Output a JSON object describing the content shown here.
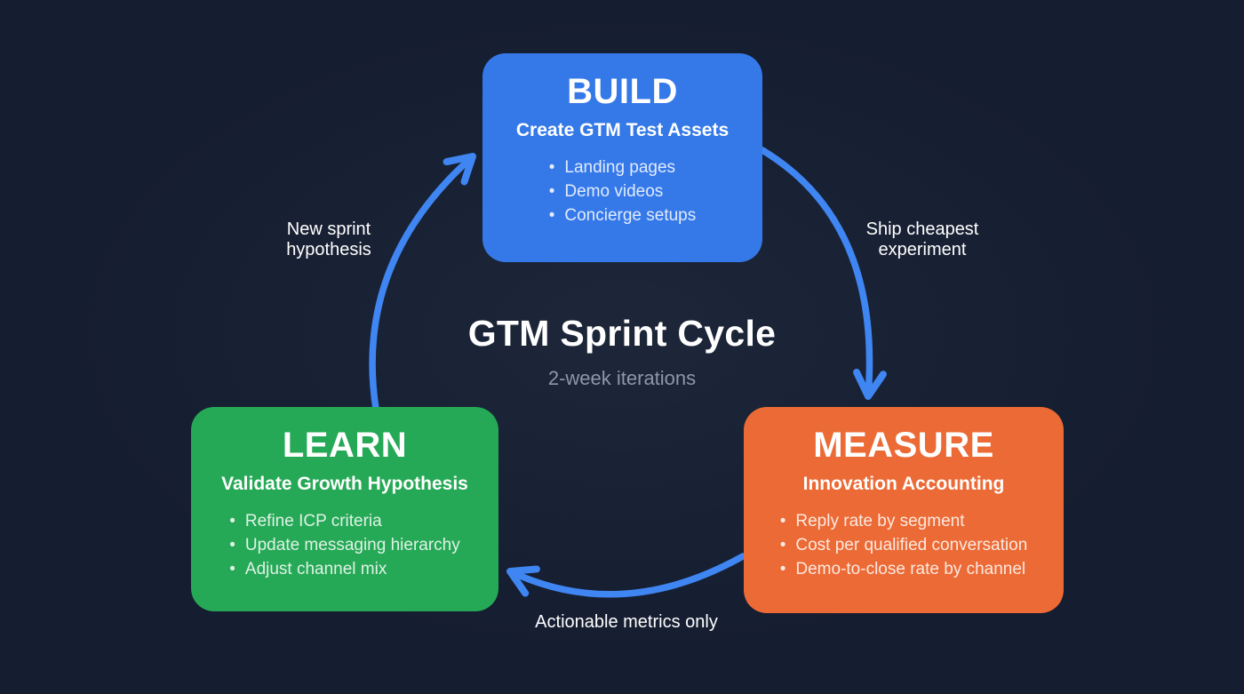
{
  "center": {
    "title": "GTM Sprint Cycle",
    "subtitle": "2-week iterations"
  },
  "boxes": {
    "build": {
      "title": "BUILD",
      "subtitle": "Create GTM Test Assets",
      "bullets": [
        "Landing pages",
        "Demo videos",
        "Concierge setups"
      ],
      "color": "#3579e9"
    },
    "measure": {
      "title": "MEASURE",
      "subtitle": "Innovation Accounting",
      "bullets": [
        "Reply rate by segment",
        "Cost per qualified conversation",
        "Demo-to-close rate by channel"
      ],
      "color": "#ec6a35"
    },
    "learn": {
      "title": "LEARN",
      "subtitle": "Validate Growth Hypothesis",
      "bullets": [
        "Refine ICP criteria",
        "Update messaging hierarchy",
        "Adjust channel mix"
      ],
      "color": "#26a956"
    }
  },
  "arrows": {
    "color": "#3f86f3",
    "build_to_measure": {
      "label": "Ship cheapest\nexperiment"
    },
    "measure_to_learn": {
      "label": "Actionable metrics only"
    },
    "learn_to_build": {
      "label": "New sprint\nhypothesis"
    }
  },
  "colors": {
    "background_center": "#1d2739",
    "background_edge": "#151d30",
    "muted_text": "#8e96a8",
    "title_text": "#ffffff"
  }
}
